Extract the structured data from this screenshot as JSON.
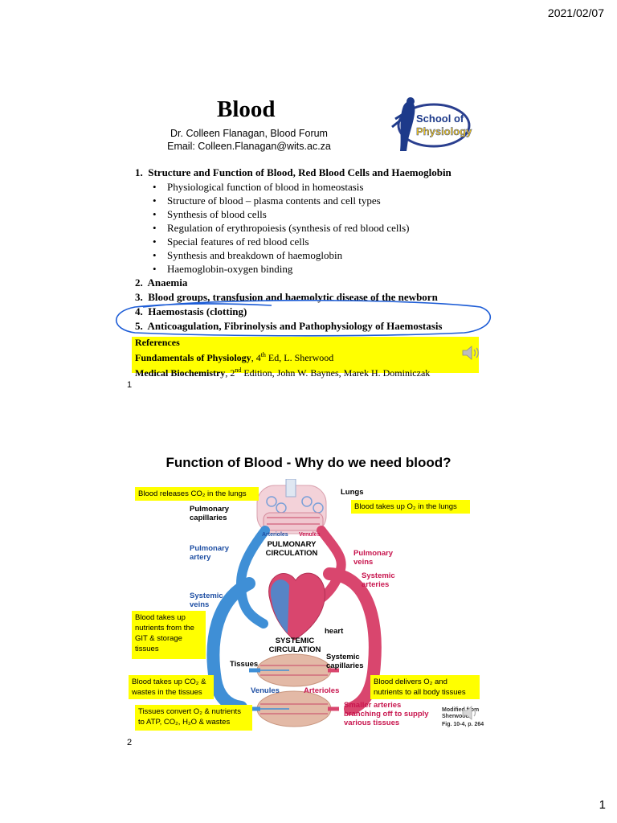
{
  "header": {
    "date": "2021/02/07"
  },
  "footer": {
    "page": "1"
  },
  "slide1": {
    "number": "1",
    "title": "Blood",
    "author": "Dr. Colleen Flanagan, Blood Forum",
    "email": "Email: Colleen.Flanagan@wits.ac.za",
    "logo": {
      "line1": "School of",
      "line2": "Physiology"
    },
    "outline": [
      {
        "num": "1.",
        "text": "Structure and Function of  Blood, Red Blood Cells and Haemoglobin",
        "bullets": [
          "Physiological function of blood in homeostasis",
          "Structure of blood – plasma contents and cell types",
          "Synthesis of blood cells",
          "Regulation of erythropoiesis (synthesis of red blood cells)",
          "Special features of red blood cells",
          "Synthesis and breakdown of haemoglobin",
          "Haemoglobin-oxygen binding"
        ]
      },
      {
        "num": "2.",
        "text": "Anaemia"
      },
      {
        "num": "3.",
        "text": "Blood groups, transfusion and haemolytic disease of the newborn"
      },
      {
        "num": "4.",
        "text": "Haemostasis (clotting)"
      },
      {
        "num": "5.",
        "text": "Anticoagulation, Fibrinolysis and Pathophysiology of Haemostasis"
      }
    ],
    "references": {
      "heading": "References",
      "ref1_title": "Fundamentals of Physiology",
      "ref1_rest_a": ", 4",
      "ref1_sup": "th",
      "ref1_rest_b": " Ed, L. Sherwood",
      "ref2_title": "Medical Biochemistry",
      "ref2_rest_a": ", 2",
      "ref2_sup": "nd",
      "ref2_rest_b": " Edition, John W. Baynes, Marek H. Dominiczak"
    }
  },
  "slide2": {
    "number": "2",
    "title": "Function of Blood - Why do we need blood?",
    "notes": {
      "releases_co2": "Blood releases CO₂ in the lungs",
      "takes_o2": "Blood takes up O₂ in the lungs",
      "nutrients": "Blood takes up nutrients from the GIT & storage tissues",
      "co2_wastes": "Blood takes up CO₂ & wastes in the tissues",
      "delivers": "Blood delivers O₂ and nutrients to all body tissues",
      "convert": "Tissues convert O₂ & nutrients to ATP, CO₂, H₂O & wastes"
    },
    "labels": {
      "lungs": "Lungs",
      "pulm_cap": "Pulmonary capillaries",
      "arterioles_top": "Arterioles",
      "venules_top": "Venules",
      "pulm_circ": "PULMONARY CIRCULATION",
      "pulm_artery": "Pulmonary artery",
      "pulm_veins": "Pulmonary veins",
      "sys_arteries": "Systemic arteries",
      "sys_veins": "Systemic veins",
      "heart": "heart",
      "sys_circ": "SYSTEMIC CIRCULATION",
      "tissues": "Tissues",
      "sys_cap": "Systemic capillaries",
      "venules": "Venules",
      "arterioles": "Arterioles",
      "smaller_arteries": "Smaller arteries branching off to supply various tissues",
      "credit_a": "Modified from Sherwood",
      "credit_b": "Fig. 10-4, p. 264"
    },
    "colors": {
      "artery_red": "#d9466e",
      "vein_blue": "#3f8fd6",
      "highlight": "#ffff00",
      "circle_annotation": "#1c5cd6"
    }
  }
}
